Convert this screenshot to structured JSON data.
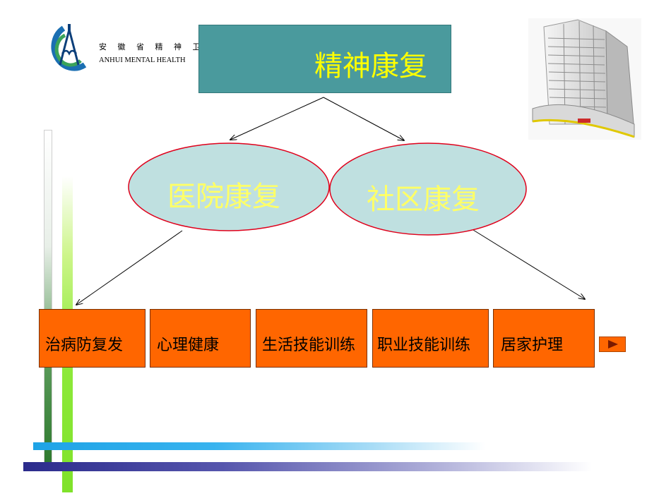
{
  "header": {
    "org_name_cn": "安 徽 省 精 神 卫 生",
    "org_name_en": "ANHUI MENTAL HEALTH"
  },
  "diagram": {
    "root": "精神康复",
    "branches": [
      "医院康复",
      "社区康复"
    ],
    "leaves": [
      "治病防复发",
      "心理健康",
      "生活技能训练",
      "职业技能训练",
      "居家护理"
    ]
  },
  "icons": {
    "logo": "hospital-logo-icon",
    "building": "hospital-building-icon",
    "next": "play-next-icon"
  },
  "colors": {
    "title_box": "#4a9a9d",
    "title_text": "#ffff00",
    "ellipse_fill": "#bfe0e0",
    "ellipse_border": "#e0001b",
    "ellipse_text": "#ffff66",
    "leaf_box": "#ff6600"
  }
}
